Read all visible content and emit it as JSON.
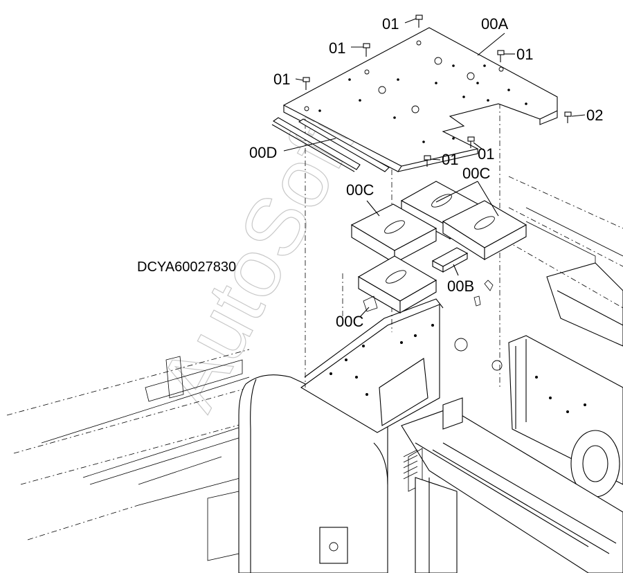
{
  "drawing": {
    "drawing_number": "DCYA60027830",
    "watermark": "AutoSoft",
    "callouts": {
      "c1": "01",
      "c2": "01",
      "c3": "00A",
      "c4": "01",
      "c5": "01",
      "c6": "02",
      "c7": "00D",
      "c8": "01",
      "c9": "01",
      "c10": "00C",
      "c11": "00C",
      "c12": "00B",
      "c13": "00C"
    }
  }
}
